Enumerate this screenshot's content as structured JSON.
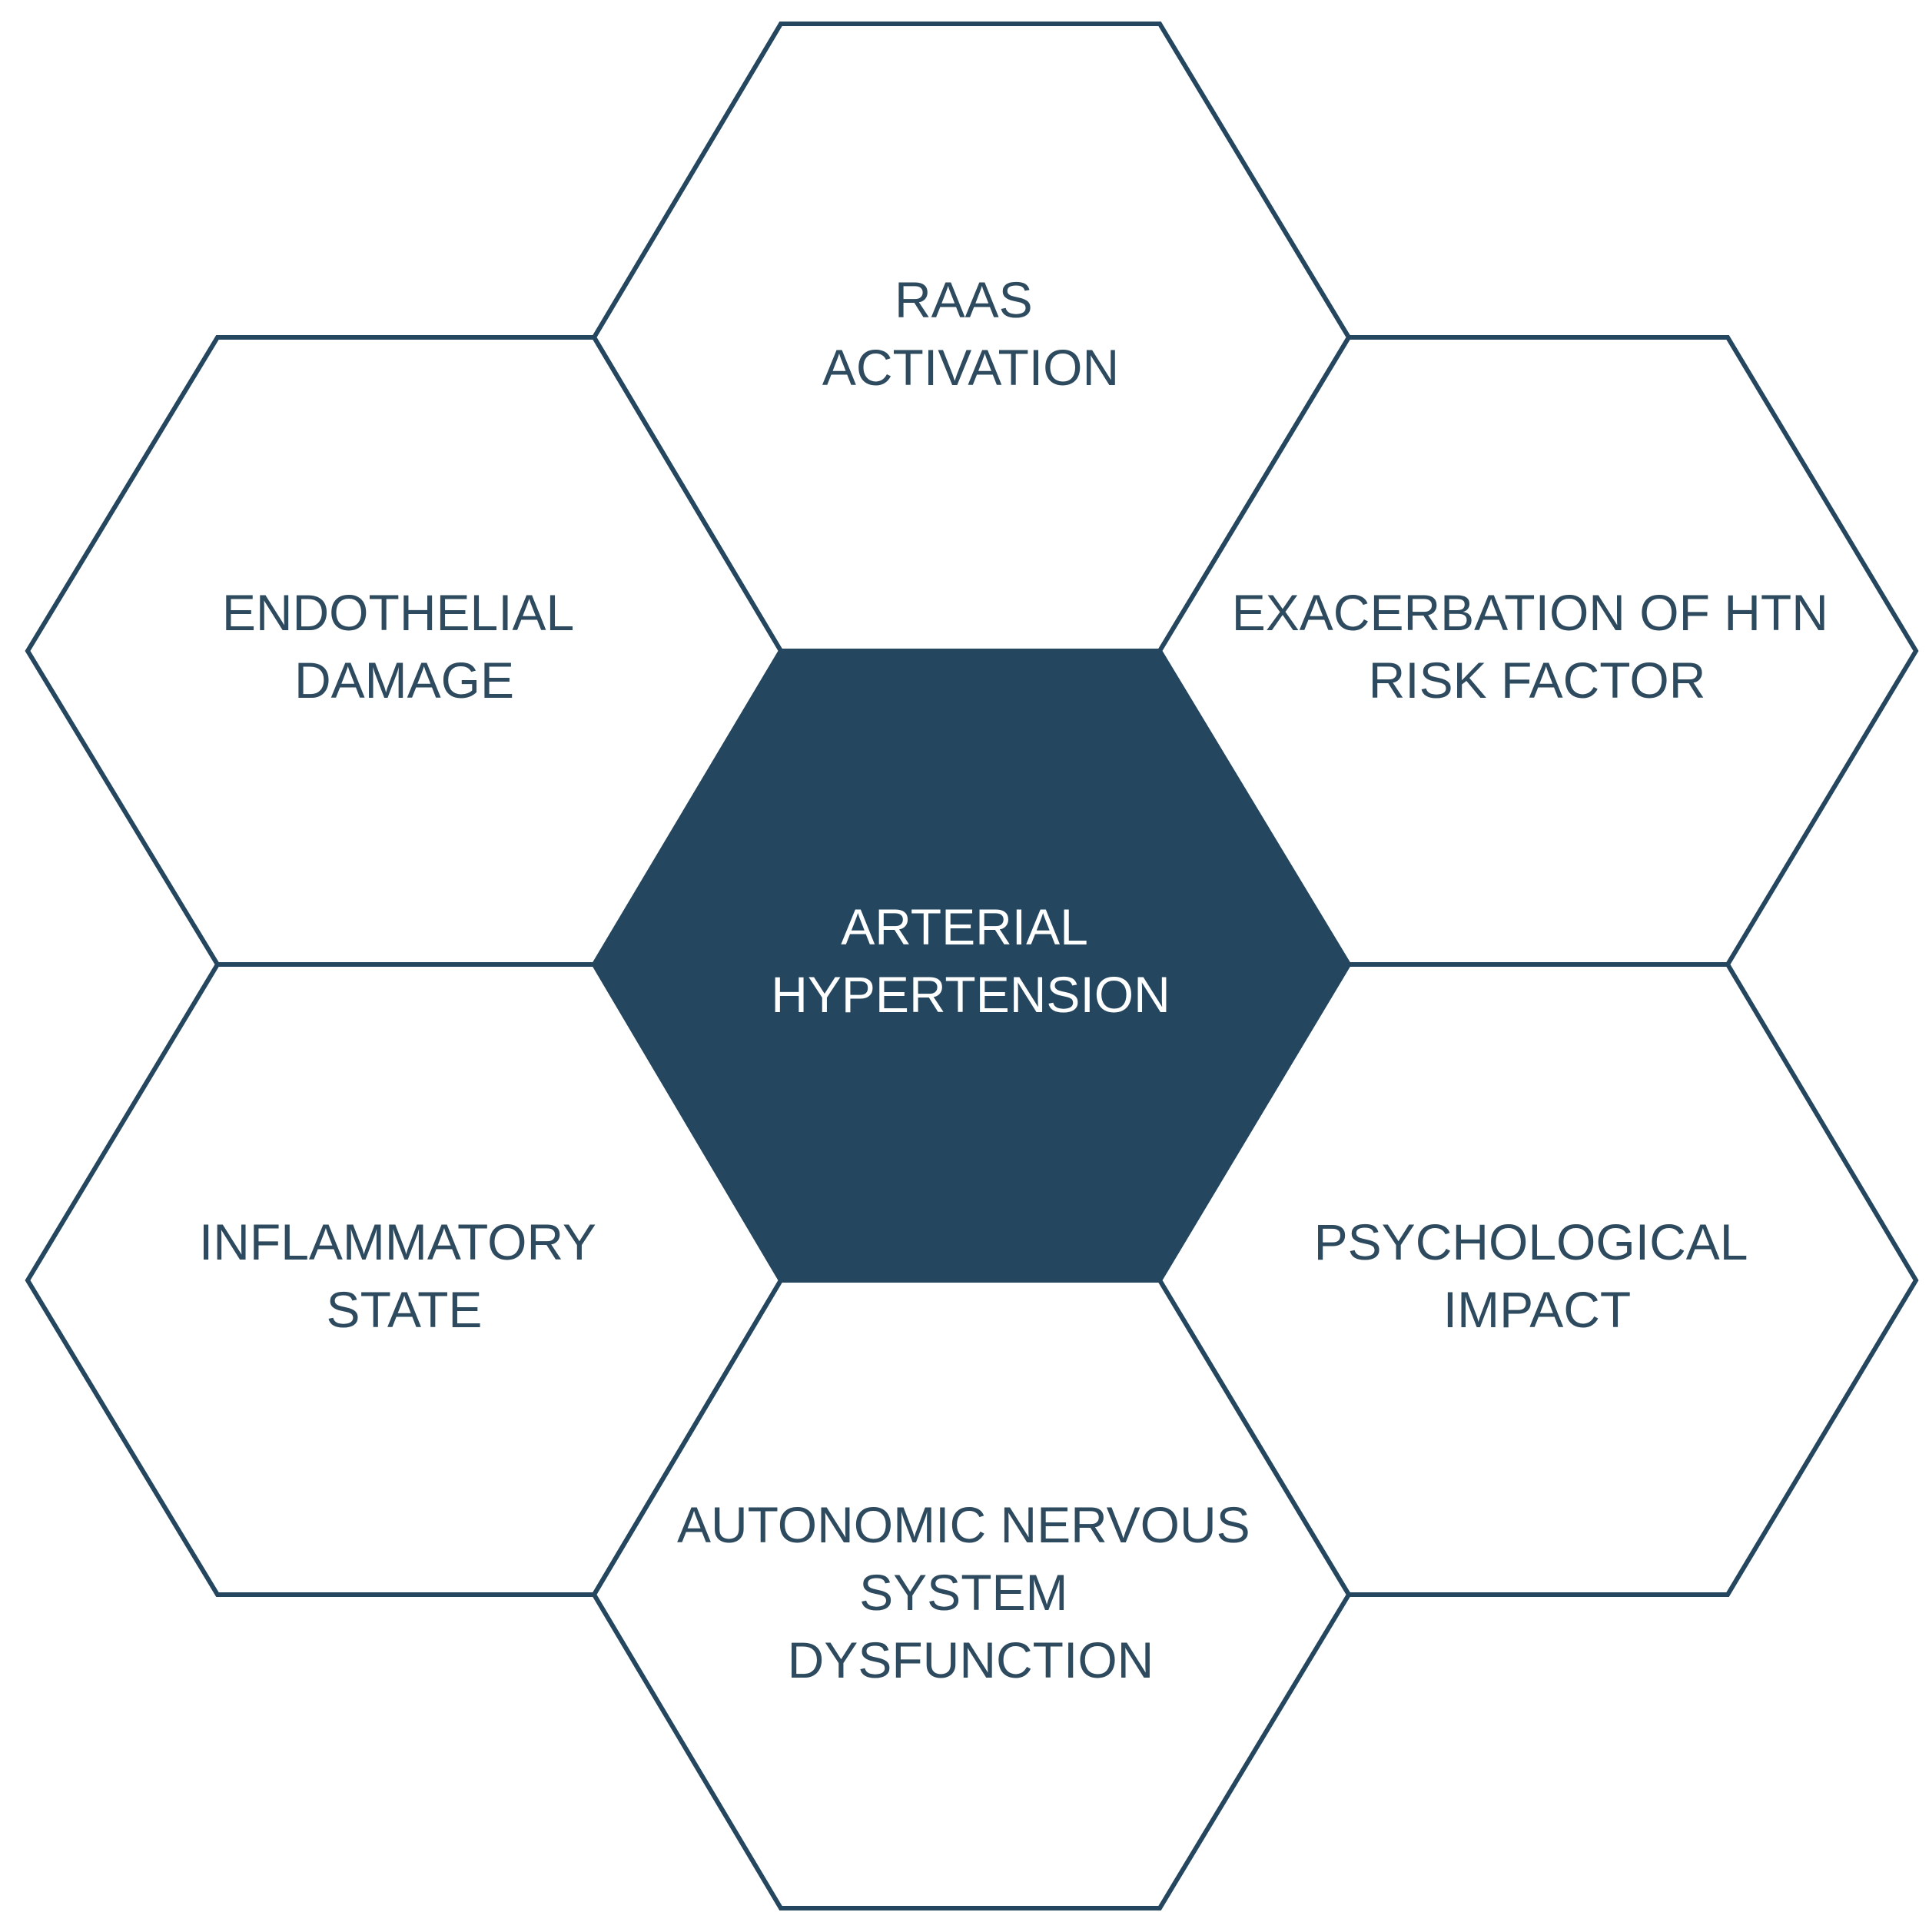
{
  "colors": {
    "outline": "#24465e",
    "center_fill": "#24465e",
    "outer_text": "#2e4a5e",
    "center_text": "#ffffff"
  },
  "center": {
    "lines": [
      "ARTERIAL",
      "HYPERTENSION"
    ]
  },
  "nodes": [
    {
      "id": "raas-activation",
      "lines": [
        "RAAS",
        "ACTIVATION"
      ]
    },
    {
      "id": "endothelial-damage",
      "lines": [
        "ENDOTHELIAL",
        "DAMAGE"
      ]
    },
    {
      "id": "exacerbation-of-htn-risk-factor",
      "lines": [
        "EXACERBATION OF HTN",
        "RISK FACTOR"
      ]
    },
    {
      "id": "inflammatory-state",
      "lines": [
        "INFLAMMATORY",
        "STATE"
      ]
    },
    {
      "id": "psychological-impact",
      "lines": [
        "PSYCHOLOGICAL",
        "IMPACT"
      ]
    },
    {
      "id": "autonomic-nervous-system-dysfunction",
      "lines": [
        "AUTONOMIC NERVOUS",
        "SYSTEM",
        "DYSFUNCTION"
      ]
    }
  ]
}
